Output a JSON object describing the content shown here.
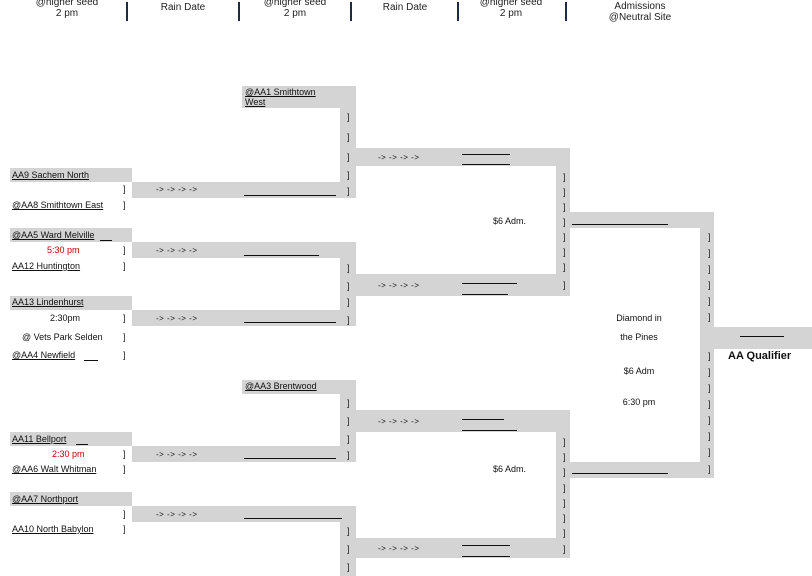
{
  "headers": {
    "col1": [
      "@higher seed",
      "2 pm"
    ],
    "col2": "Rain Date",
    "col3": [
      "@higher seed",
      "2 pm"
    ],
    "col4": "Rain Date",
    "col5": [
      "@higher seed",
      "2 pm"
    ],
    "col6": [
      "Admissions",
      "@Neutral Site"
    ]
  },
  "round1": {
    "t1": "AA9  Sachem North",
    "t2": "@AA8  Smithtown East",
    "t3": "@AA5  Ward Melville",
    "t3_time": "5:30 pm",
    "t4": "AA12  Huntington",
    "t5": "AA13  Lindenhurst",
    "t5_time": "2:30pm",
    "t5_site": "@ Vets Park Selden",
    "t6": "@AA4  Newfield",
    "t7": "AA11  Bellport",
    "t7_time": "2:30 pm",
    "t8": "@AA6  Walt Whitman",
    "t9": "@AA7  Northport",
    "t10": "AA10  North Babylon"
  },
  "round2": {
    "seed1": [
      "@AA1  Smithtown",
      "West"
    ],
    "seed3": "@AA3  Brentwood"
  },
  "arrow": "-> -> -> ->",
  "semis": {
    "adm_top": "$6 Adm.",
    "adm_bottom": "$6 Adm."
  },
  "final": {
    "line1": "Diamond in",
    "line2": "the Pines",
    "line3": "$6 Adm",
    "line4": "6:30 pm",
    "qualifier": "AA Qualifier"
  },
  "bracket_char": "]"
}
